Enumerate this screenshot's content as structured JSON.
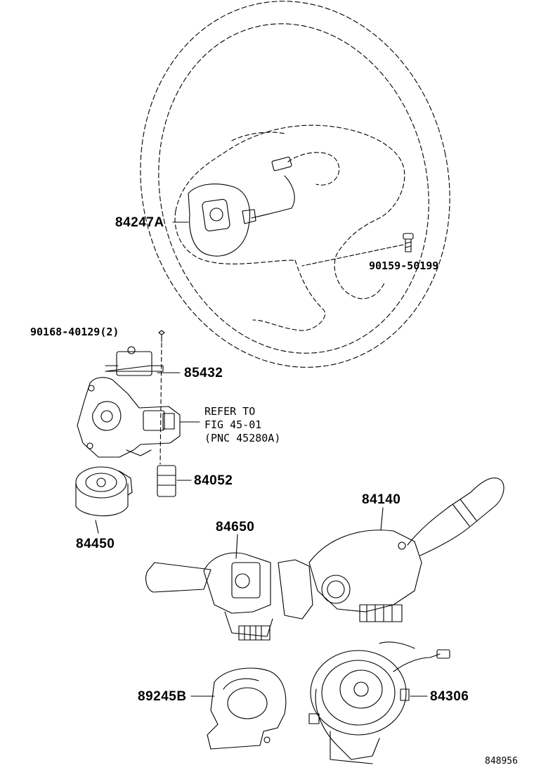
{
  "labels": {
    "steering_pad": "84247A",
    "bolt": "90159-50199",
    "screw": "90168-40129(2)",
    "bracket": "85432",
    "refer_line1": "REFER TO",
    "refer_line2": "FIG  45-01",
    "refer_line3": "(PNC 45280A)",
    "connector": "84052",
    "lock_cylinder": "84450",
    "switch_right": "84140",
    "switch_left": "84650",
    "sensor_cover": "89245B",
    "spiral_cable": "84306",
    "diagram_id": "848956"
  }
}
